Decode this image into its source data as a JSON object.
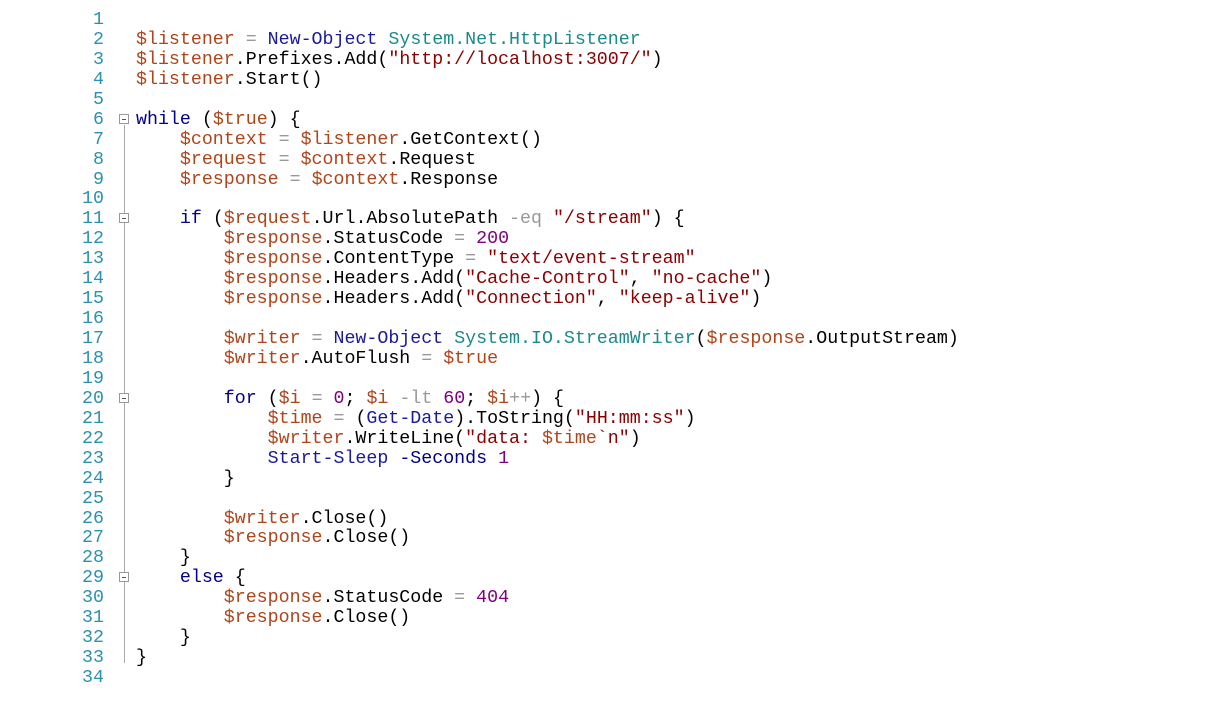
{
  "editor": {
    "fold_lines": [
      6,
      11,
      20,
      29
    ],
    "lines": [
      [],
      [
        [
          "v",
          "$listener"
        ],
        [
          "o",
          " = "
        ],
        [
          "c",
          "New-Object"
        ],
        [
          "p",
          " "
        ],
        [
          "t",
          "System.Net.HttpListener"
        ]
      ],
      [
        [
          "v",
          "$listener"
        ],
        [
          "p",
          ".Prefixes.Add("
        ],
        [
          "s",
          "\"http://localhost:3007/\""
        ],
        [
          "p",
          ")"
        ]
      ],
      [
        [
          "v",
          "$listener"
        ],
        [
          "p",
          ".Start()"
        ]
      ],
      [],
      [
        [
          "k",
          "while"
        ],
        [
          "p",
          " ("
        ],
        [
          "v",
          "$true"
        ],
        [
          "p",
          ") {"
        ]
      ],
      [
        [
          "p",
          "    "
        ],
        [
          "v",
          "$context"
        ],
        [
          "o",
          " = "
        ],
        [
          "v",
          "$listener"
        ],
        [
          "p",
          ".GetContext()"
        ]
      ],
      [
        [
          "p",
          "    "
        ],
        [
          "v",
          "$request"
        ],
        [
          "o",
          " = "
        ],
        [
          "v",
          "$context"
        ],
        [
          "p",
          ".Request"
        ]
      ],
      [
        [
          "p",
          "    "
        ],
        [
          "v",
          "$response"
        ],
        [
          "o",
          " = "
        ],
        [
          "v",
          "$context"
        ],
        [
          "p",
          ".Response"
        ]
      ],
      [],
      [
        [
          "p",
          "    "
        ],
        [
          "k",
          "if"
        ],
        [
          "p",
          " ("
        ],
        [
          "v",
          "$request"
        ],
        [
          "p",
          ".Url.AbsolutePath "
        ],
        [
          "o",
          "-eq"
        ],
        [
          "p",
          " "
        ],
        [
          "s",
          "\"/stream\""
        ],
        [
          "p",
          ") {"
        ]
      ],
      [
        [
          "p",
          "        "
        ],
        [
          "v",
          "$response"
        ],
        [
          "p",
          ".StatusCode"
        ],
        [
          "o",
          " = "
        ],
        [
          "n",
          "200"
        ]
      ],
      [
        [
          "p",
          "        "
        ],
        [
          "v",
          "$response"
        ],
        [
          "p",
          ".ContentType"
        ],
        [
          "o",
          " = "
        ],
        [
          "s",
          "\"text/event-stream\""
        ]
      ],
      [
        [
          "p",
          "        "
        ],
        [
          "v",
          "$response"
        ],
        [
          "p",
          ".Headers.Add("
        ],
        [
          "s",
          "\"Cache-Control\""
        ],
        [
          "p",
          ", "
        ],
        [
          "s",
          "\"no-cache\""
        ],
        [
          "p",
          ")"
        ]
      ],
      [
        [
          "p",
          "        "
        ],
        [
          "v",
          "$response"
        ],
        [
          "p",
          ".Headers.Add("
        ],
        [
          "s",
          "\"Connection\""
        ],
        [
          "p",
          ", "
        ],
        [
          "s",
          "\"keep-alive\""
        ],
        [
          "p",
          ")"
        ]
      ],
      [],
      [
        [
          "p",
          "        "
        ],
        [
          "v",
          "$writer"
        ],
        [
          "o",
          " = "
        ],
        [
          "c",
          "New-Object"
        ],
        [
          "p",
          " "
        ],
        [
          "t",
          "System.IO.StreamWriter"
        ],
        [
          "p",
          "("
        ],
        [
          "v",
          "$response"
        ],
        [
          "p",
          ".OutputStream)"
        ]
      ],
      [
        [
          "p",
          "        "
        ],
        [
          "v",
          "$writer"
        ],
        [
          "p",
          ".AutoFlush"
        ],
        [
          "o",
          " = "
        ],
        [
          "v",
          "$true"
        ]
      ],
      [],
      [
        [
          "p",
          "        "
        ],
        [
          "k",
          "for"
        ],
        [
          "p",
          " ("
        ],
        [
          "v",
          "$i"
        ],
        [
          "o",
          " = "
        ],
        [
          "n",
          "0"
        ],
        [
          "p",
          "; "
        ],
        [
          "v",
          "$i"
        ],
        [
          "o",
          " -lt "
        ],
        [
          "n",
          "60"
        ],
        [
          "p",
          "; "
        ],
        [
          "v",
          "$i"
        ],
        [
          "o",
          "++"
        ],
        [
          "p",
          ") {"
        ]
      ],
      [
        [
          "p",
          "            "
        ],
        [
          "v",
          "$time"
        ],
        [
          "o",
          " = "
        ],
        [
          "p",
          "("
        ],
        [
          "c",
          "Get-Date"
        ],
        [
          "p",
          ").ToString("
        ],
        [
          "s",
          "\"HH:mm:ss\""
        ],
        [
          "p",
          ")"
        ]
      ],
      [
        [
          "p",
          "            "
        ],
        [
          "v",
          "$writer"
        ],
        [
          "p",
          ".WriteLine("
        ],
        [
          "s",
          "\"data: "
        ],
        [
          "v",
          "$time"
        ],
        [
          "s",
          "`n\""
        ],
        [
          "p",
          ")"
        ]
      ],
      [
        [
          "p",
          "            "
        ],
        [
          "c",
          "Start-Sleep"
        ],
        [
          "p",
          " "
        ],
        [
          "a",
          "-Seconds"
        ],
        [
          "p",
          " "
        ],
        [
          "n",
          "1"
        ]
      ],
      [
        [
          "p",
          "        }"
        ]
      ],
      [],
      [
        [
          "p",
          "        "
        ],
        [
          "v",
          "$writer"
        ],
        [
          "p",
          ".Close()"
        ]
      ],
      [
        [
          "p",
          "        "
        ],
        [
          "v",
          "$response"
        ],
        [
          "p",
          ".Close()"
        ]
      ],
      [
        [
          "p",
          "    }"
        ]
      ],
      [
        [
          "p",
          "    "
        ],
        [
          "k",
          "else"
        ],
        [
          "p",
          " {"
        ]
      ],
      [
        [
          "p",
          "        "
        ],
        [
          "v",
          "$response"
        ],
        [
          "p",
          ".StatusCode"
        ],
        [
          "o",
          " = "
        ],
        [
          "n",
          "404"
        ]
      ],
      [
        [
          "p",
          "        "
        ],
        [
          "v",
          "$response"
        ],
        [
          "p",
          ".Close()"
        ]
      ],
      [
        [
          "p",
          "    }"
        ]
      ],
      [
        [
          "p",
          "}"
        ]
      ],
      []
    ]
  }
}
